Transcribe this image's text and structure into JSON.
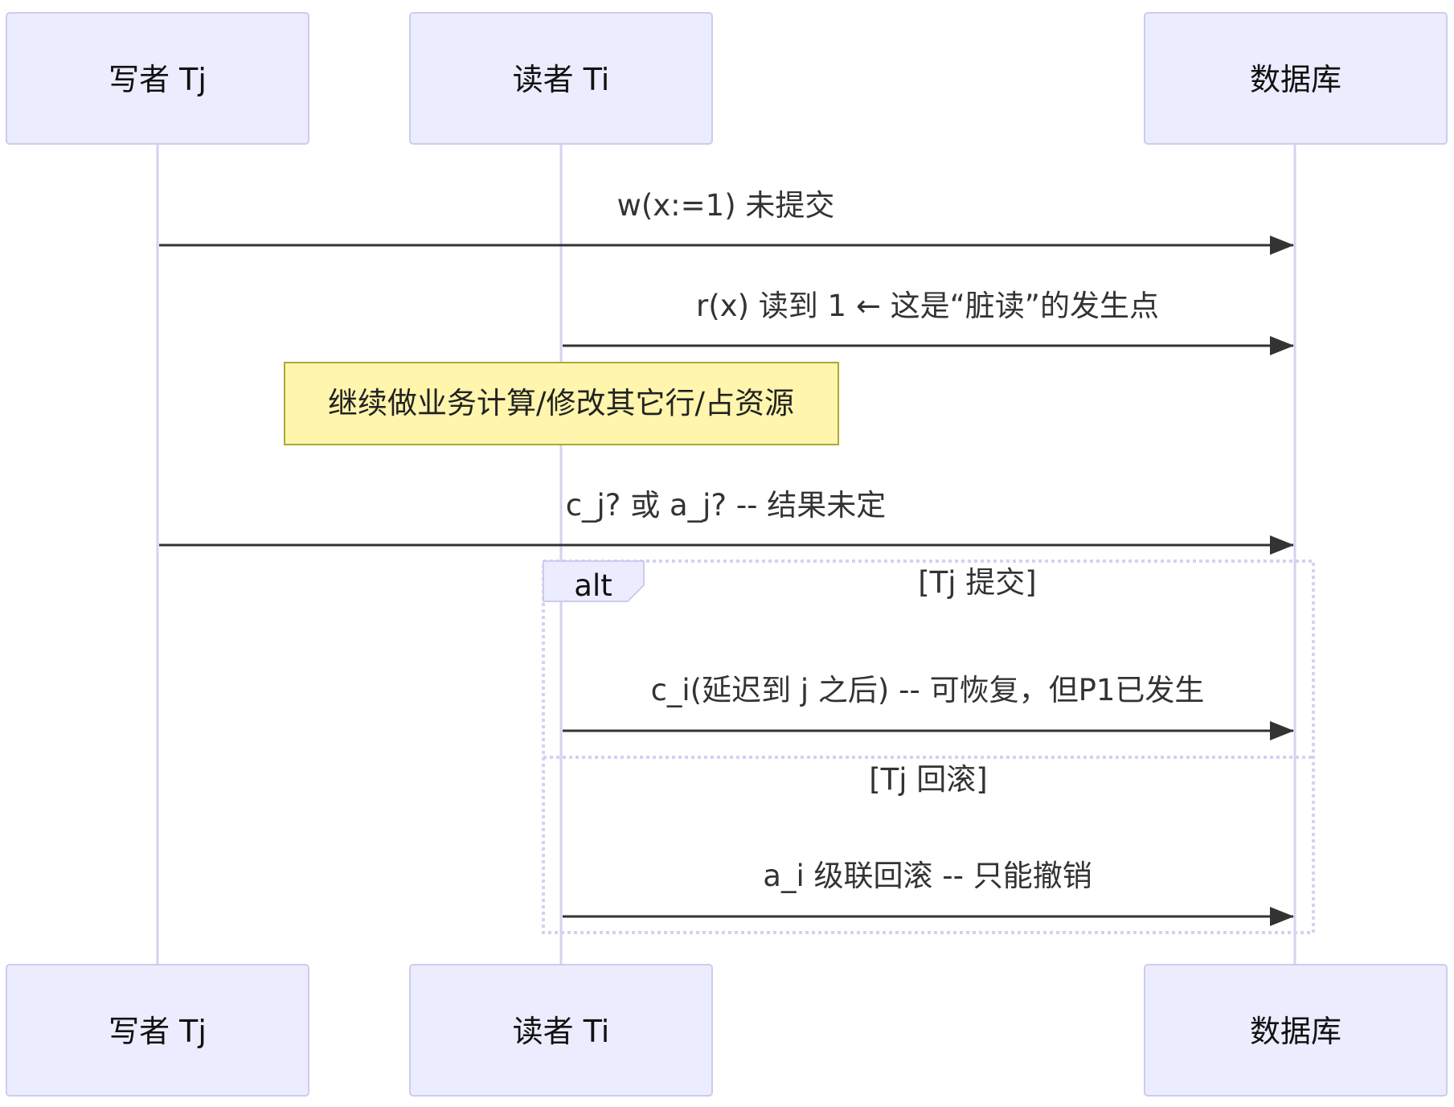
{
  "participants": [
    {
      "id": "tj",
      "label": "写者 Tj"
    },
    {
      "id": "ti",
      "label": "读者 Ti"
    },
    {
      "id": "db",
      "label": "数据库"
    }
  ],
  "messages": [
    {
      "label": "w(x:=1) 未提交",
      "from": "tj",
      "to": "db"
    },
    {
      "label": "r(x) 读到 1 ← 这是“脏读”的发生点",
      "from": "ti",
      "to": "db"
    },
    {
      "label": "c_j? 或 a_j? -- 结果未定",
      "from": "tj",
      "to": "db"
    },
    {
      "label": "c_i(延迟到 j 之后) -- 可恢复，但P1已发生",
      "from": "ti",
      "to": "db"
    },
    {
      "label": "a_i 级联回滚 -- 只能撤销",
      "from": "ti",
      "to": "db"
    }
  ],
  "note": {
    "label": "继续做业务计算/修改其它行/占资源"
  },
  "alt": {
    "label": "alt",
    "conditions": [
      "[Tj 提交]",
      "[Tj 回滚]"
    ]
  },
  "colors": {
    "actor_fill": "#ECECFF",
    "actor_stroke": "#CCCCEE",
    "lifeline": "#D4D2F0",
    "arrow": "#333333",
    "note_fill": "#FFF5AD",
    "note_stroke": "#AAAA33"
  }
}
